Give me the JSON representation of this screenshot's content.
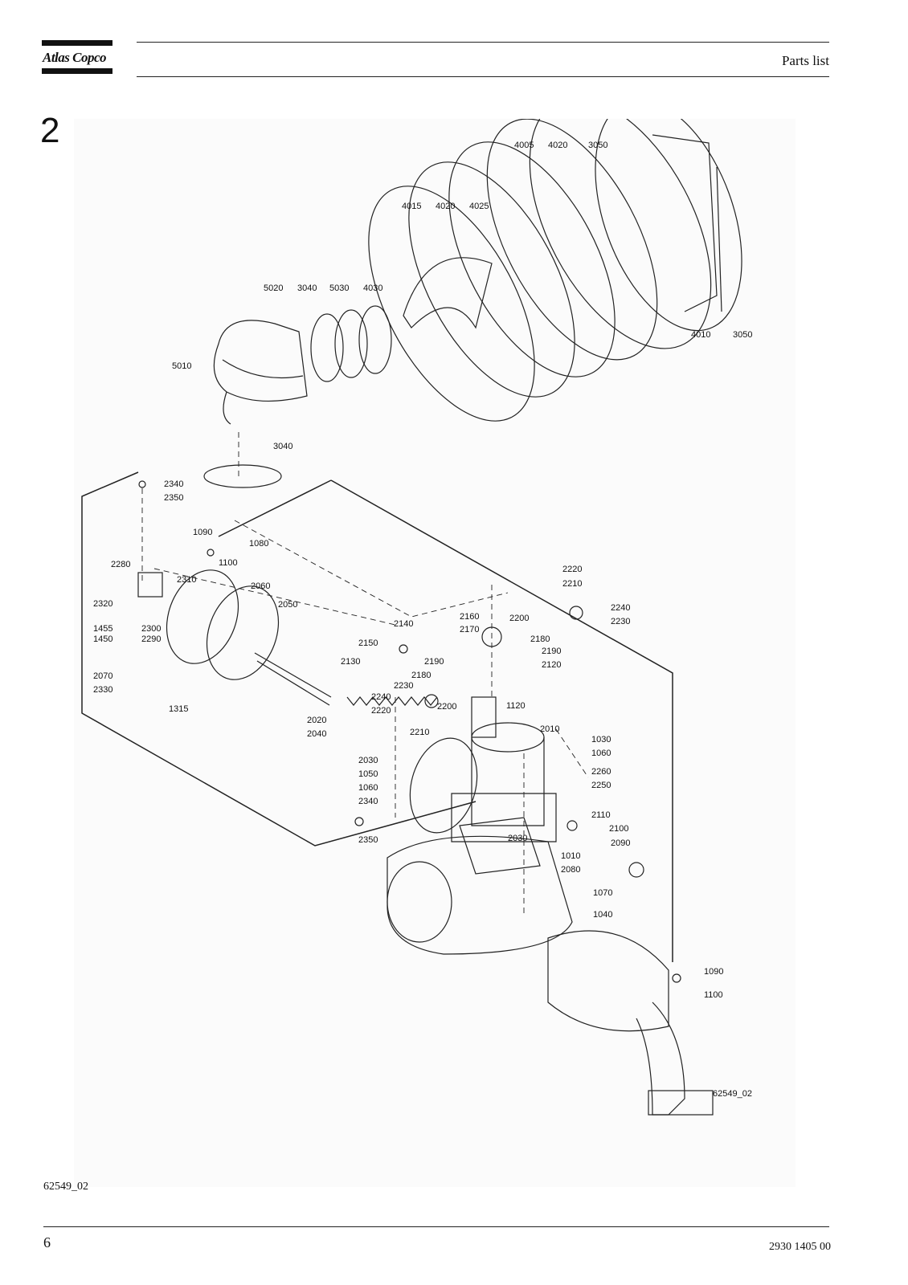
{
  "header": {
    "brand": "Atlas Copco",
    "title": "Parts list"
  },
  "section_number": "2",
  "figure": {
    "drawing_id": "62549_02",
    "part_labels": [
      "4005",
      "4020",
      "3050",
      "4015",
      "4020",
      "4025",
      "5020",
      "3040",
      "5030",
      "4030",
      "4010",
      "3050",
      "5010",
      "3040",
      "2340",
      "2350",
      "1090",
      "1080",
      "1100",
      "2280",
      "2310",
      "2060",
      "2050",
      "2320",
      "2300",
      "2290",
      "1455",
      "1450",
      "2070",
      "2330",
      "1315",
      "2140",
      "2150",
      "2130",
      "2160",
      "2170",
      "2200",
      "2190",
      "2120",
      "2180",
      "2190",
      "2220",
      "2210",
      "2240",
      "2230",
      "2180",
      "2230",
      "2240",
      "2220",
      "2200",
      "2210",
      "1120",
      "2020",
      "2040",
      "2030",
      "2010",
      "1030",
      "1060",
      "1050",
      "1060",
      "2340",
      "2350",
      "2260",
      "2250",
      "2110",
      "2100",
      "2030",
      "2090",
      "1010",
      "2080",
      "1070",
      "1040",
      "1090",
      "1100"
    ]
  },
  "footer": {
    "drawing_ref": "62549_02",
    "page_number": "6",
    "doc_number": "2930 1405 00"
  }
}
